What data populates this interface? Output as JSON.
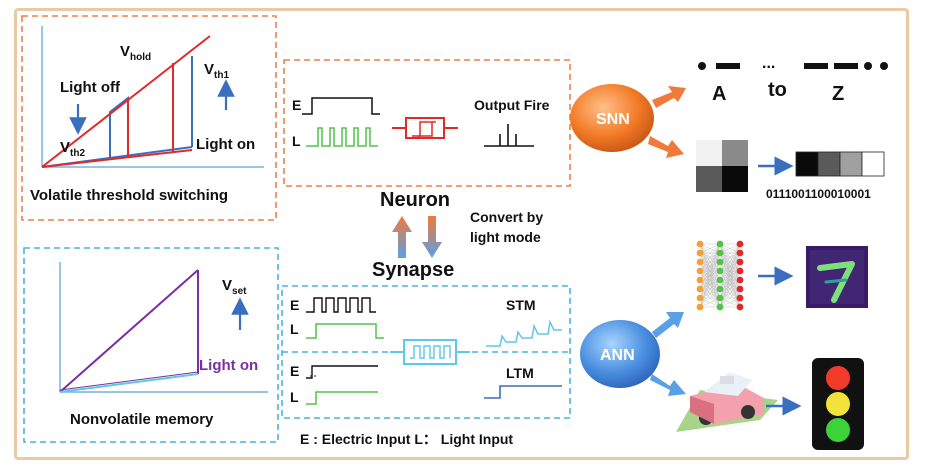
{
  "volatile": {
    "caption": "Volatile threshold switching",
    "v_hold": "V",
    "v_hold_sub": "hold",
    "v_th1": "V",
    "v_th1_sub": "th1",
    "v_th2": "V",
    "v_th2_sub": "th2",
    "light_off": "Light off",
    "light_on": "Light on"
  },
  "nonvolatile": {
    "caption": "Nonvolatile memory",
    "v_set": "V",
    "v_set_sub": "set",
    "light_on": "Light on"
  },
  "neuron_box": {
    "e": "E",
    "l": "L",
    "output": "Output Fire"
  },
  "neuron_label": "Neuron",
  "synapse_label": "Synapse",
  "convert_line1": "Convert by",
  "convert_line2": "light mode",
  "synapse_box": {
    "e1": "E",
    "l1": "L",
    "stm": "STM",
    "e2": "E",
    "l2": "L",
    "ltm": "LTM"
  },
  "legend": "E : Electric Input  L： Light Input",
  "snn": {
    "label": "SNN",
    "morse_a": "A",
    "morse_to": "to",
    "morse_z": "Z",
    "binary": "0111001100010001"
  },
  "ann": {
    "label": "ANN"
  },
  "colors": {
    "frame": "#eac9a6",
    "orange_dash": "#e8804a",
    "blue_dash": "#4bb3de",
    "red": "#e02a2a",
    "blue": "#3a6fc0",
    "purple": "#7b2fa0",
    "cyan": "#5ec8e8",
    "green": "#52c24a"
  }
}
